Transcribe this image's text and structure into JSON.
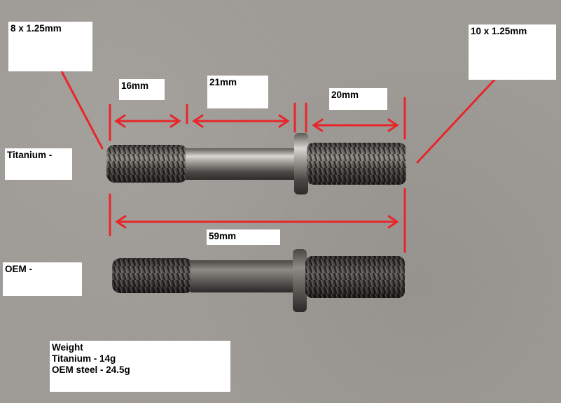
{
  "colors": {
    "background": "#9f9c97",
    "annotation_red": "#e8262a",
    "label_bg": "#ffffff"
  },
  "labels": {
    "thread_left": "8 x 1.25mm",
    "thread_right": "10 x 1.25mm",
    "dim_16": "16mm",
    "dim_21": "21mm",
    "dim_20": "20mm",
    "dim_59": "59mm",
    "titanium": "Titanium -",
    "oem": "OEM -",
    "weight_title": "Weight",
    "weight_titanium": "Titanium - 14g",
    "weight_oem": "OEM steel - 24.5g"
  }
}
